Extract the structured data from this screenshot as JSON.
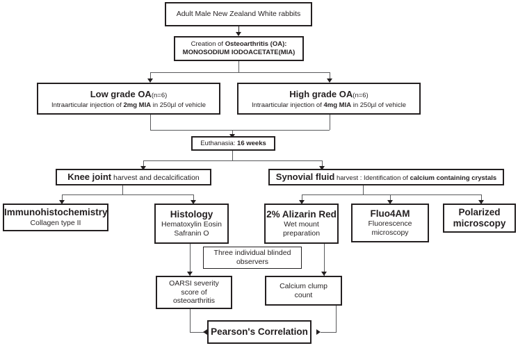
{
  "diagram": {
    "title": "Experimental design flowchart: MIA-induced osteoarthritis in rabbits",
    "colors": {
      "box_border": "#231f20",
      "connector": "#58595b",
      "background": "#ffffff"
    },
    "nodes": {
      "rabbits": {
        "line1": "Adult Male New Zealand White rabbits"
      },
      "oa_creation": {
        "line1_a": "Creation of ",
        "line1_b": "Osteoarthritis (OA):",
        "line2": "MONOSODIUM IODOACETATE(MIA)"
      },
      "low_grade": {
        "title": "Low grade OA",
        "n": "(n=6)",
        "desc_a": "Intraarticular injection of ",
        "desc_b": "2mg MIA",
        "desc_c": " in 250µl of vehicle"
      },
      "high_grade": {
        "title": "High grade OA",
        "n": "(n=6)",
        "desc_a": "Intraarticular injection of ",
        "desc_b": "4mg MIA",
        "desc_c": " in 250µl of vehicle"
      },
      "euthanasia": {
        "label_a": "Euthanasia: ",
        "label_b": "16 weeks"
      },
      "knee_joint": {
        "bold": "Knee joint",
        "rest": " harvest  and decalcification"
      },
      "synovial_fluid": {
        "bold": "Synovial fluid",
        "mid": " harvest :  Identification of ",
        "bold2": "calcium containing crystals"
      },
      "ihc": {
        "title": "Immunohistochemistry",
        "sub1": "Collagen type II"
      },
      "histology": {
        "title": "Histology",
        "sub1": "Hematoxylin Eosin",
        "sub2": "Safranin O"
      },
      "alizarin": {
        "title": "2% Alizarin Red",
        "sub1": "Wet mount",
        "sub2": "preparation"
      },
      "fluo4am": {
        "title": "Fluo4AM",
        "sub1": "Fluorescence",
        "sub2": "microscopy"
      },
      "polarized": {
        "title1": "Polarized",
        "title2": "microscopy"
      },
      "observers": {
        "line1": "Three individual blinded",
        "line2": "observers"
      },
      "oarsi": {
        "line1": "OARSI severity",
        "line2": "score of",
        "line3": "osteoarthritis"
      },
      "calcium_count": {
        "line1": "Calcium clump",
        "line2": "count"
      },
      "pearson": {
        "label": "Pearson's Correlation"
      }
    }
  }
}
